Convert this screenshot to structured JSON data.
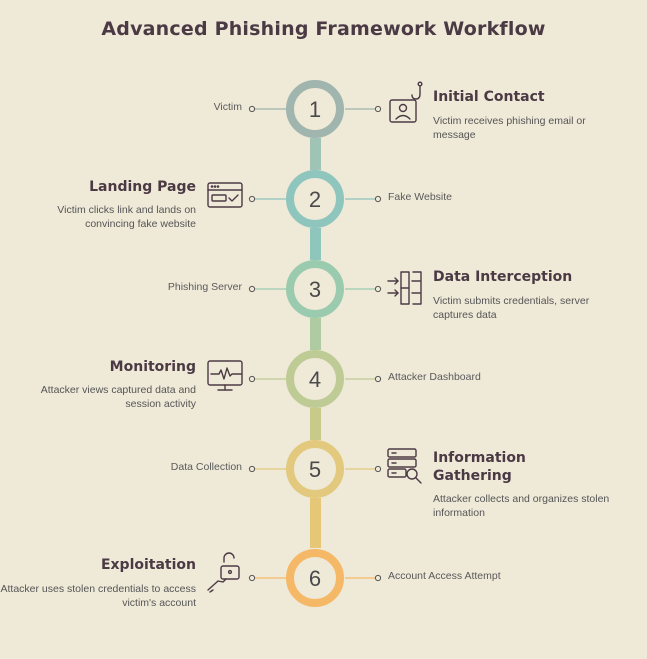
{
  "title": "Advanced Phishing Framework Workflow",
  "steps": [
    {
      "number": "1",
      "color": "#9fb5ad",
      "side_label": "Victim",
      "heading": "Initial Contact",
      "description": "Victim receives phishing email or message",
      "icon": "user-hook-icon"
    },
    {
      "number": "2",
      "color": "#8ec5bd",
      "side_label": "Fake Website",
      "heading": "Landing Page",
      "description": "Victim clicks link and lands on convincing fake website",
      "icon": "browser-window-icon"
    },
    {
      "number": "3",
      "color": "#9bcbae",
      "side_label": "Phishing Server",
      "heading": "Data Interception",
      "description": "Victim submits credentials, server captures data",
      "icon": "intercept-arrows-icon"
    },
    {
      "number": "4",
      "color": "#bfcb94",
      "side_label": "Attacker Dashboard",
      "heading": "Monitoring",
      "description": "Attacker views captured data and session activity",
      "icon": "monitor-pulse-icon"
    },
    {
      "number": "5",
      "color": "#e2c97e",
      "side_label": "Data Collection",
      "heading": "Information Gathering",
      "description": "Attacker collects and organizes stolen information",
      "icon": "database-search-icon"
    },
    {
      "number": "6",
      "color": "#f5b866",
      "side_label": "Account Access Attempt",
      "heading": "Exploitation",
      "description": "Attacker uses stolen credentials to access victim's account",
      "icon": "unlock-hand-icon"
    }
  ],
  "connector_colors": [
    "#9fb5ad",
    "#8ec5bd",
    "#9bcbae",
    "#bfcb94",
    "#e2c97e",
    "#f5b866"
  ]
}
